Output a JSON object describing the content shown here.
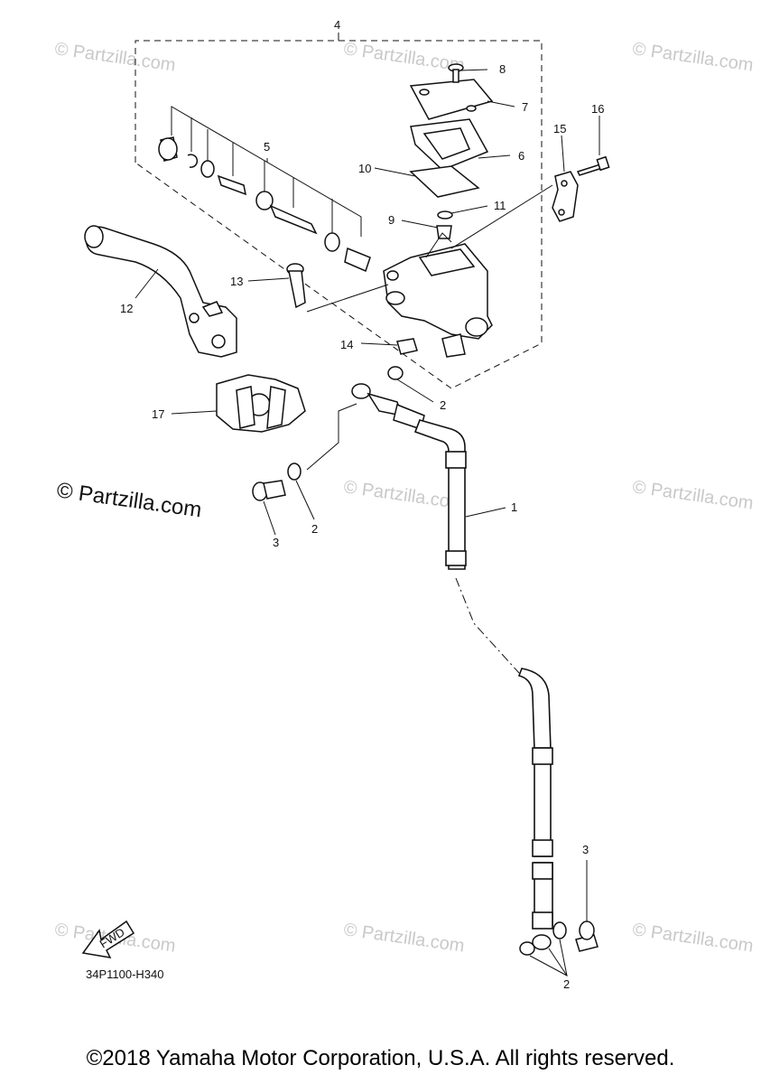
{
  "diagram": {
    "callouts": [
      "4",
      "8",
      "7",
      "6",
      "10",
      "11",
      "9",
      "15",
      "16",
      "5",
      "13",
      "12",
      "14",
      "2",
      "17",
      "1",
      "3",
      "2",
      "3",
      "2"
    ],
    "diagram_code": "34P1100-H340",
    "fwd_label": "FWD",
    "watermark_small": "© Partzilla.com",
    "watermark_large": "© Partzilla.com"
  },
  "footer": {
    "copyright": "©2018 Yamaha Motor Corporation, U.S.A. All rights reserved."
  }
}
